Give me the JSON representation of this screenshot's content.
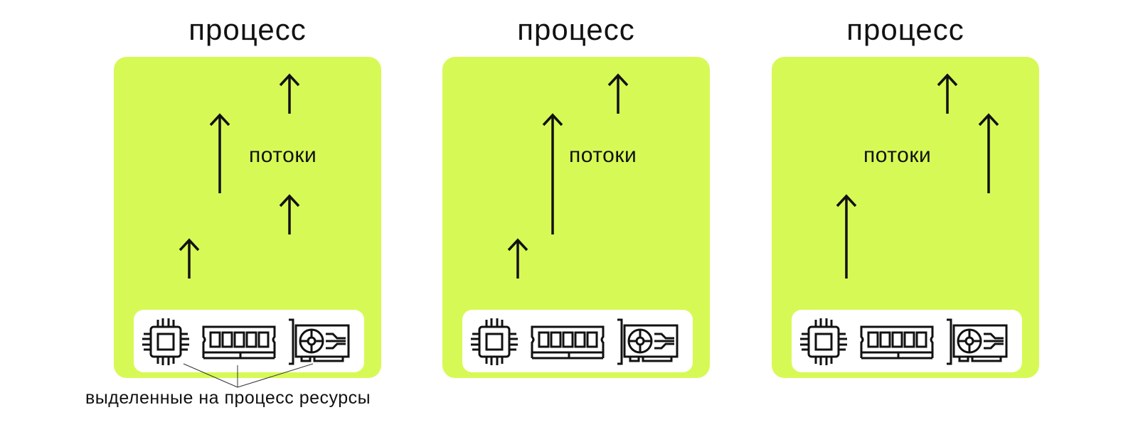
{
  "diagram": {
    "background": "#ffffff",
    "panel_color": "#d7f956",
    "resource_box_color": "#ffffff",
    "panels": [
      {
        "title": "процесс",
        "threads_label": "потоки",
        "thread_count": 4,
        "resources": [
          "cpu-icon",
          "ram-icon",
          "gpu-icon"
        ]
      },
      {
        "title": "процесс",
        "threads_label": "потоки",
        "thread_count": 3,
        "resources": [
          "cpu-icon",
          "ram-icon",
          "gpu-icon"
        ]
      },
      {
        "title": "процесс",
        "threads_label": "потоки",
        "thread_count": 3,
        "resources": [
          "cpu-icon",
          "ram-icon",
          "gpu-icon"
        ]
      }
    ],
    "caption": "выделенные на процесс ресурсы"
  }
}
